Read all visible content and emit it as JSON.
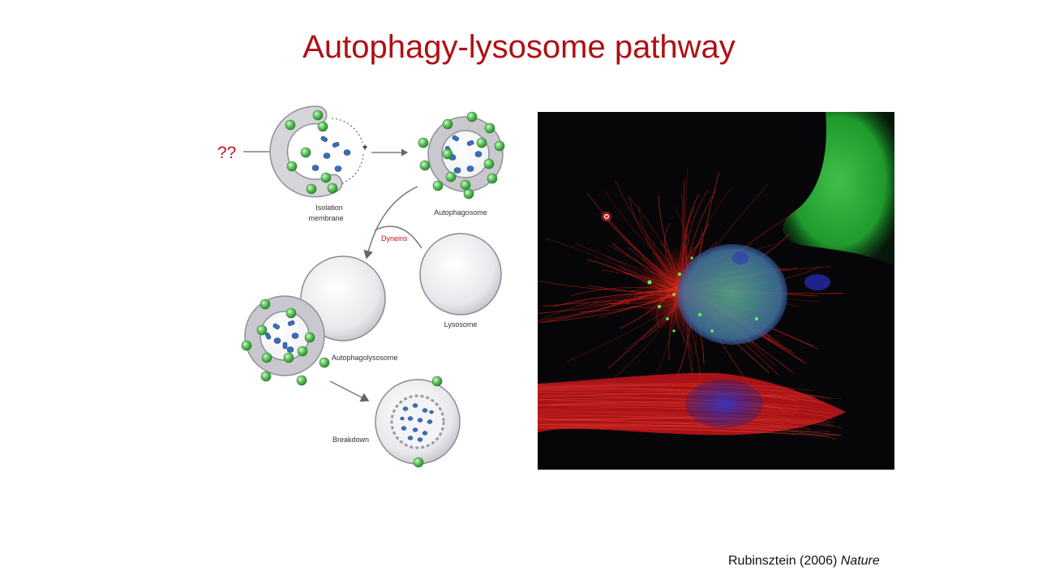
{
  "slide": {
    "title": "Autophagy-lysosome pathway",
    "citation_authors": "Rubinsztein (2006)",
    "citation_journal": "Nature"
  },
  "diagram": {
    "unknown_trigger": "??",
    "labels": {
      "isolation_membrane_line1": "Isolation",
      "isolation_membrane_line2": "membrane",
      "autophagosome": "Autophagosome",
      "dyneins": "Dyneins",
      "lysosome": "Lysosome",
      "autophagolysosome": "Autophagolysosome",
      "breakdown": "Breakdown"
    },
    "colors": {
      "protein_dot": "#5cc55a",
      "membrane": "#c9c9cf",
      "cargo": "#3a6fb5",
      "dyneins_label": "#c0141c",
      "trigger": "#c0141c"
    }
  },
  "micrograph": {
    "colors": {
      "microtubules": "#e0201c",
      "green_channel": "#2faa3a",
      "nuclei": "#2730b5"
    }
  }
}
